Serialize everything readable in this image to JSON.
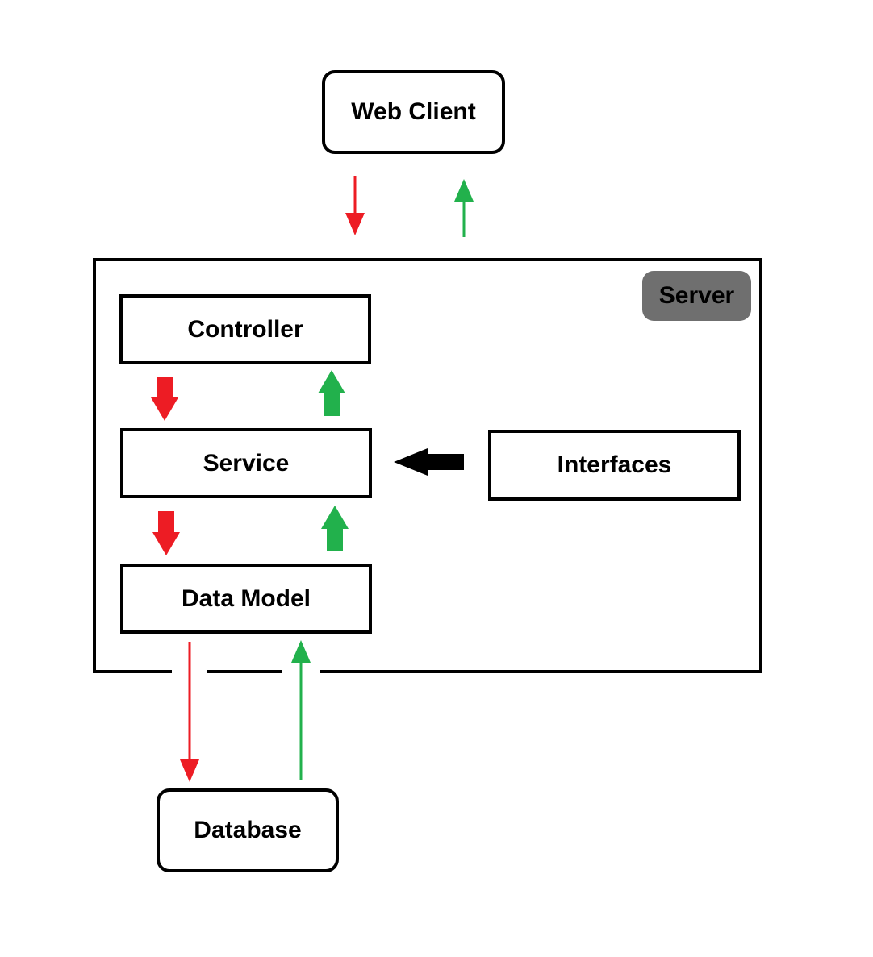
{
  "nodes": {
    "web_client": "Web Client",
    "server": "Server",
    "controller": "Controller",
    "service": "Service",
    "data_model": "Data Model",
    "interfaces": "Interfaces",
    "database": "Database"
  },
  "colors": {
    "request_arrow": "#ed1c24",
    "response_arrow": "#22b14c",
    "interface_arrow": "#000000",
    "server_badge": "#6f6f6f"
  }
}
